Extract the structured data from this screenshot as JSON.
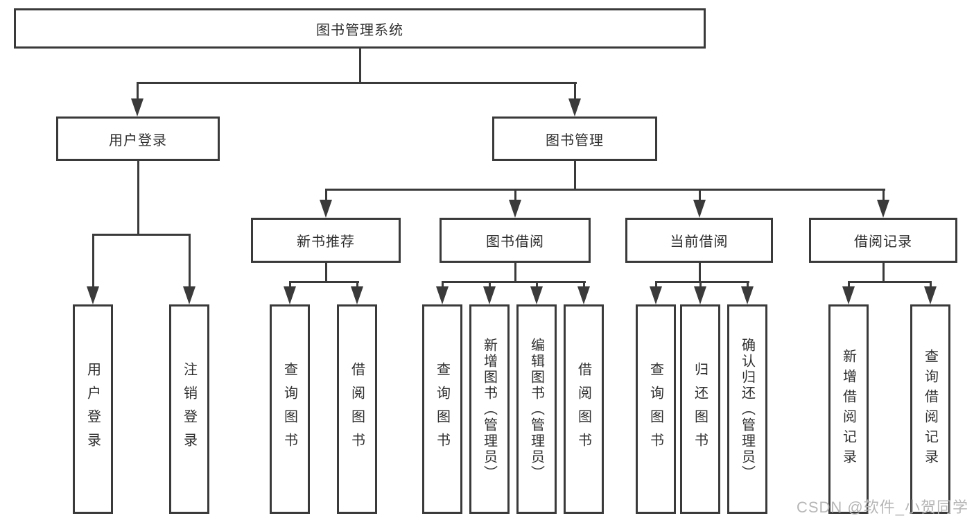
{
  "colors": {
    "line": "#3a3a3a",
    "text": "#2e2e2e",
    "background": "#ffffff",
    "watermark": "#b6b6b6"
  },
  "watermark": "CSDN @软件_小贺同学",
  "tree": {
    "root": "图书管理系统",
    "branches": [
      {
        "label": "用户登录",
        "children": [
          "用户登录",
          "注销登录"
        ]
      },
      {
        "label": "图书管理",
        "sections": [
          {
            "label": "新书推荐",
            "children": [
              "查询图书",
              "借阅图书"
            ]
          },
          {
            "label": "图书借阅",
            "children": [
              "查询图书",
              "新增图书（管理员）",
              "编辑图书（管理员）",
              "借阅图书"
            ]
          },
          {
            "label": "当前借阅",
            "children": [
              "查询图书",
              "归还图书",
              "确认归还（管理员）"
            ]
          },
          {
            "label": "借阅记录",
            "children": [
              "新增借阅记录",
              "查询借阅记录"
            ]
          }
        ]
      }
    ]
  }
}
